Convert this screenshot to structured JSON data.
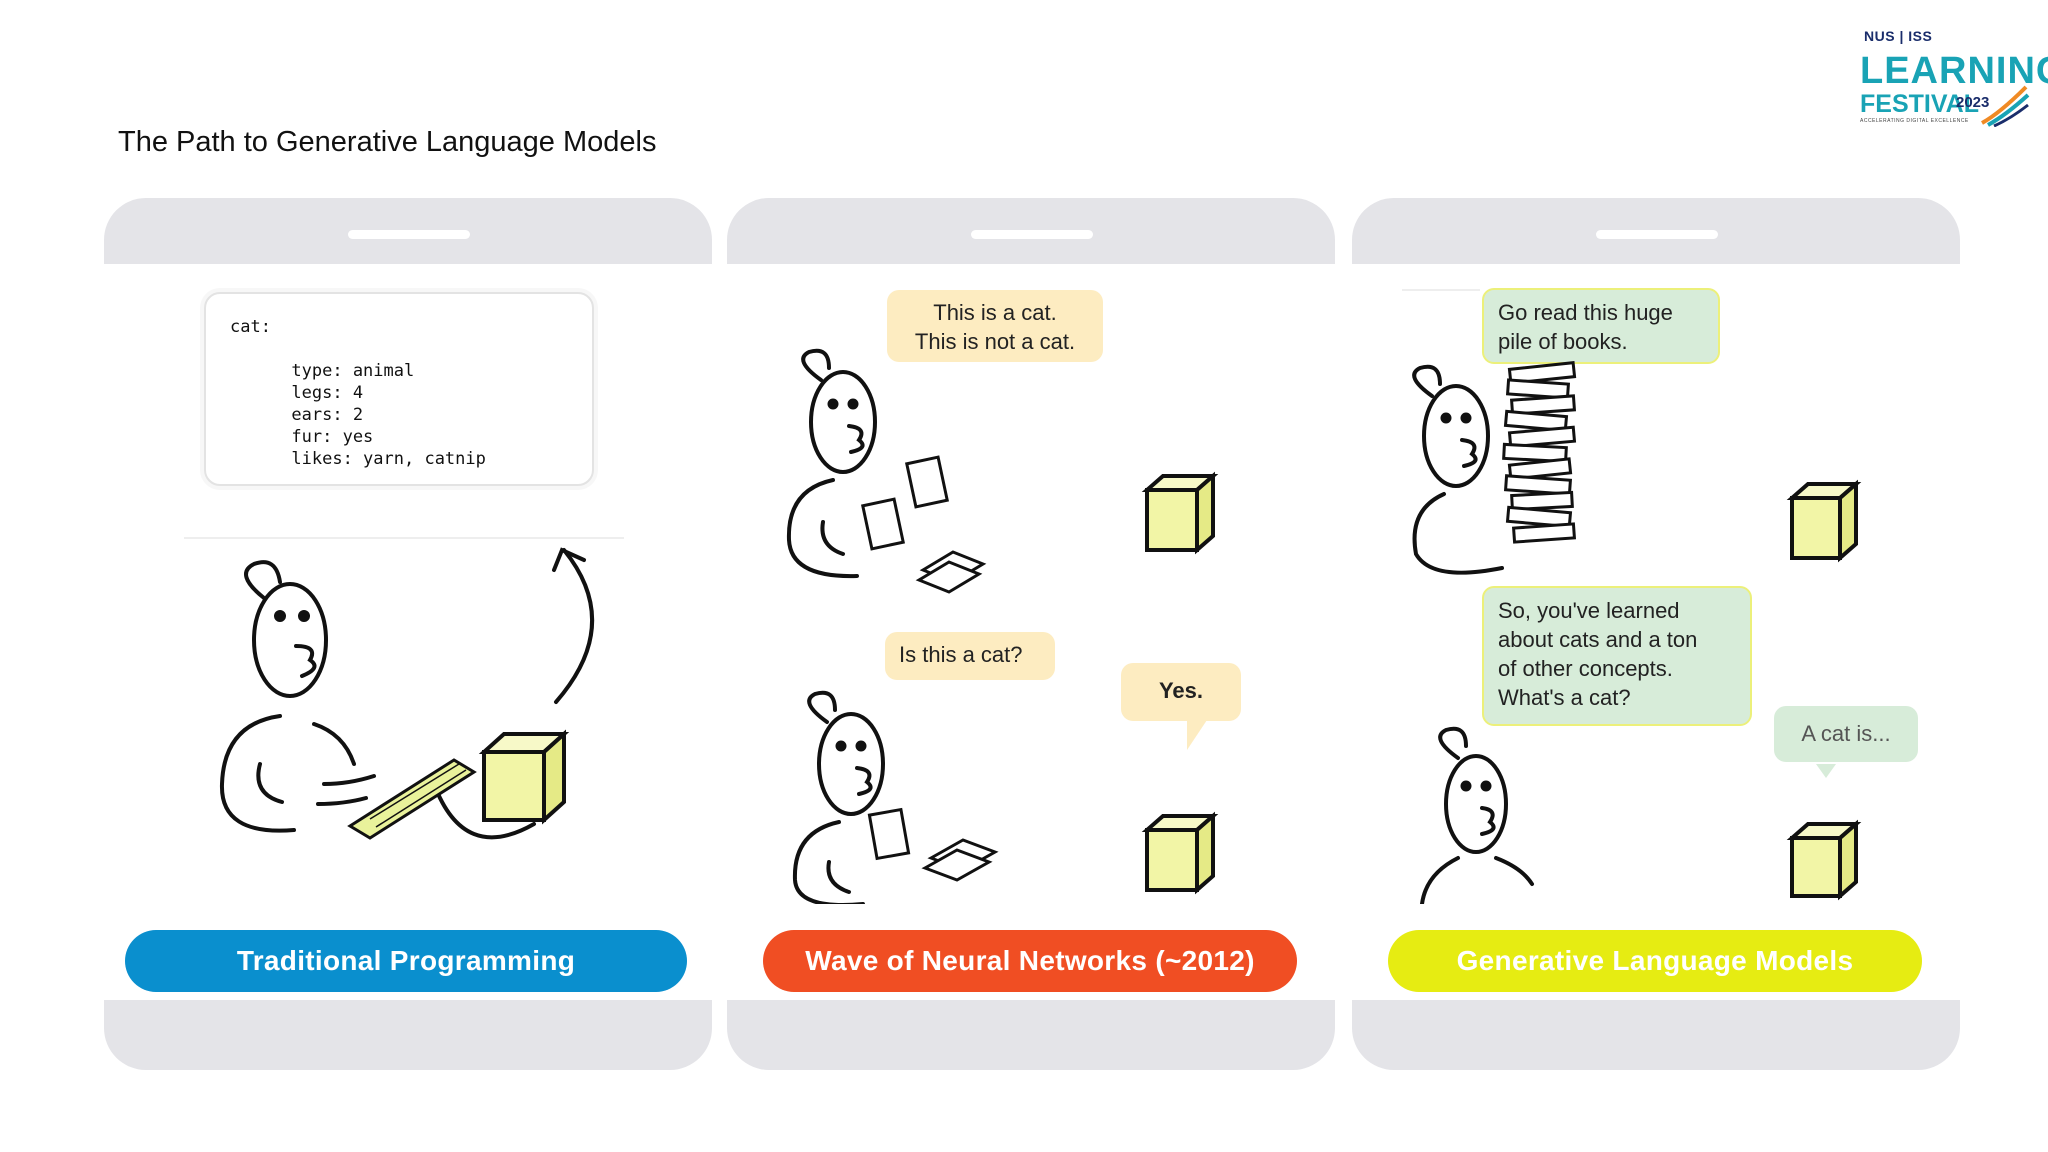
{
  "page": {
    "title": "The Path to Generative Language Models"
  },
  "logo": {
    "line1": "NUS | ISS",
    "line2": "LEARNING",
    "line3": "FESTIVAL",
    "year": "2023",
    "tagline": "ACCELERATING DIGITAL EXCELLENCE"
  },
  "panels": [
    {
      "label": "Traditional Programming",
      "color": "#0a8fce",
      "code_lines": [
        "cat:",
        "",
        "      type: animal",
        "      legs: 4",
        "      ears: 2",
        "      fur: yes",
        "      likes: yarn, catnip"
      ]
    },
    {
      "label": "Wave of Neural Networks (~2012)",
      "color": "#f04e23",
      "bubble_top": [
        "This is a cat.",
        "This is not a cat."
      ],
      "bubble_question": "Is this a cat?",
      "bubble_answer": "Yes."
    },
    {
      "label": "Generative Language Models",
      "color": "#e6ec12",
      "bubble_top": [
        "Go read this huge",
        "pile of books."
      ],
      "bubble_question": [
        "So, you've learned",
        "about cats and a ton",
        "of other concepts.",
        "What's a cat?"
      ],
      "bubble_answer": "A cat is..."
    }
  ],
  "colors": {
    "cube": "#f2f5a6",
    "keyboard": "#e9f29b",
    "frame": "#e4e4e8"
  }
}
